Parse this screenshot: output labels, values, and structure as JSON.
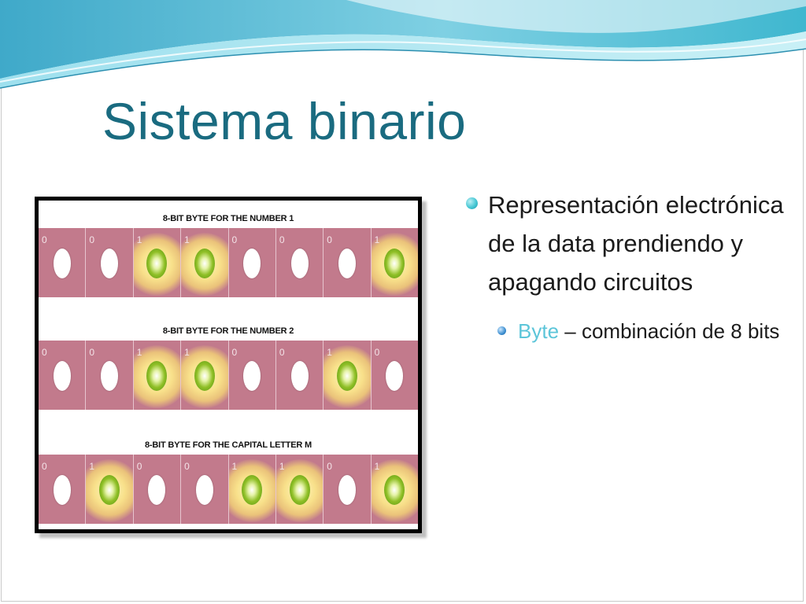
{
  "slide": {
    "title": "Sistema binario",
    "accent_color": "#1a6b80",
    "background": "#ffffff"
  },
  "figure": {
    "bytes": [
      {
        "heading": "8-BIT BYTE FOR THE NUMBER 1",
        "bits": [
          "0",
          "0",
          "1",
          "1",
          "0",
          "0",
          "0",
          "1"
        ]
      },
      {
        "heading": "8-BIT BYTE FOR THE NUMBER 2",
        "bits": [
          "0",
          "0",
          "1",
          "1",
          "0",
          "0",
          "1",
          "0"
        ]
      },
      {
        "heading": "8-BIT BYTE FOR THE CAPITAL LETTER M",
        "bits": [
          "0",
          "1",
          "0",
          "0",
          "1",
          "1",
          "0",
          "1"
        ]
      }
    ],
    "cell_color": "#c27a8c",
    "on_bulb_color": "#8fbf26",
    "off_bulb_color": "#ffffff"
  },
  "bullets": {
    "main": {
      "text": "Representación electrónica de la data prendiendo y apagando circuitos"
    },
    "sub": {
      "keyword": "Byte",
      "keyword_color": "#5cc5d9",
      "separator": " – ",
      "text": "combinación de 8 bits"
    }
  }
}
